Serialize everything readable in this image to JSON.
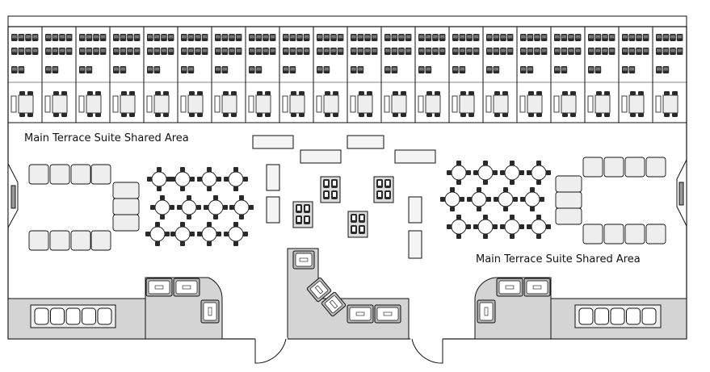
{
  "labels": {
    "shared_area_left": "Main Terrace Suite Shared Area",
    "shared_area_right": "Main Terrace Suite Shared Area"
  },
  "suites": {
    "count": 20
  },
  "colors": {
    "wall": "#111111",
    "service_area": "#d4d4d4",
    "fixture_fill": "#b8b8b8",
    "seat_fill": "#2a2a2a",
    "furniture_fill": "#eeeeee",
    "background": "#ffffff"
  }
}
